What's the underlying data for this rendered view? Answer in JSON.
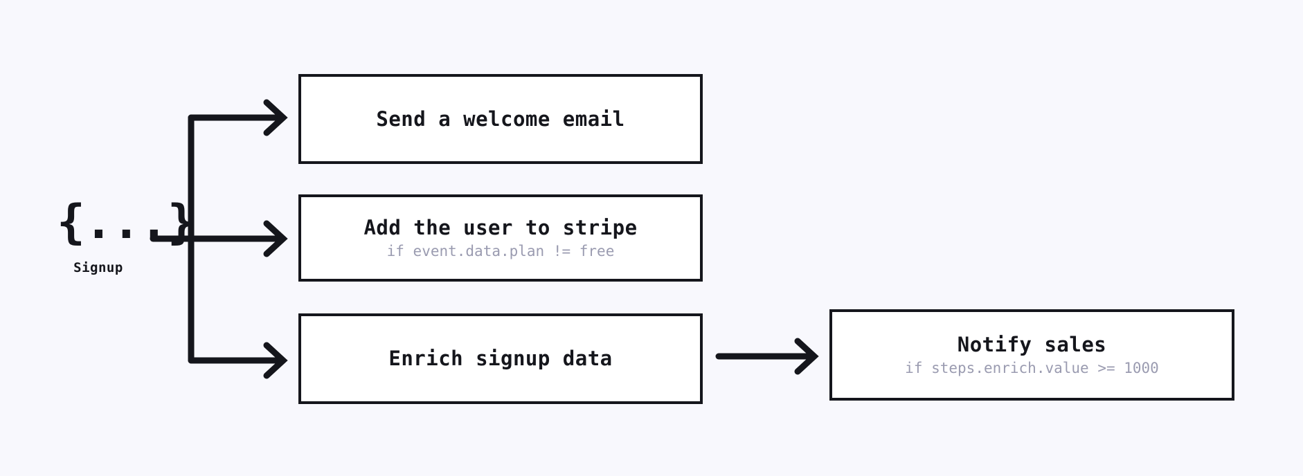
{
  "diagram": {
    "type": "workflow",
    "background_color": "#f8f8fd",
    "line_color": "#15161c",
    "box_fill": "#ffffff",
    "subtitle_color": "#9a9bb0"
  },
  "trigger": {
    "glyph": "{...}",
    "glyph_icon": "json-braces-icon",
    "label": "Signup"
  },
  "steps": [
    {
      "id": "welcome",
      "title": "Send a welcome email",
      "condition": ""
    },
    {
      "id": "stripe",
      "title": "Add the user to stripe",
      "condition": "if event.data.plan != free"
    },
    {
      "id": "enrich",
      "title": "Enrich signup data",
      "condition": ""
    },
    {
      "id": "notify",
      "title": "Notify sales",
      "condition": "if steps.enrich.value >= 1000"
    }
  ],
  "connectors": [
    {
      "id": "trigger-to-welcome",
      "from": "trigger",
      "to": "welcome"
    },
    {
      "id": "trigger-to-stripe",
      "from": "trigger",
      "to": "stripe"
    },
    {
      "id": "trigger-to-enrich",
      "from": "trigger",
      "to": "enrich"
    },
    {
      "id": "enrich-to-notify",
      "from": "enrich",
      "to": "notify"
    }
  ]
}
